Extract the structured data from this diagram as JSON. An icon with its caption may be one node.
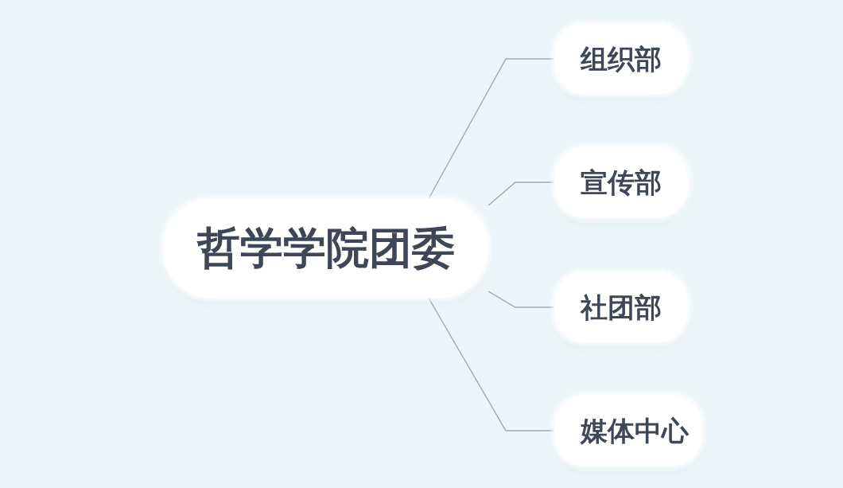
{
  "diagram": {
    "nodes": [
      {
        "text": [
          "哲学学院团委"
        ]
      },
      {
        "text": [
          "组织部"
        ]
      },
      {
        "text": [
          "宣传部"
        ]
      },
      {
        "text": [
          "社团部"
        ]
      },
      {
        "text": [
          "媒体中心"
        ]
      }
    ],
    "edges": [
      {
        "from": 0,
        "to": 1,
        "arrow": "none"
      },
      {
        "from": 0,
        "to": 2,
        "arrow": "none"
      },
      {
        "from": 0,
        "to": 3,
        "arrow": "none"
      },
      {
        "from": 0,
        "to": 4,
        "arrow": "none"
      }
    ]
  }
}
